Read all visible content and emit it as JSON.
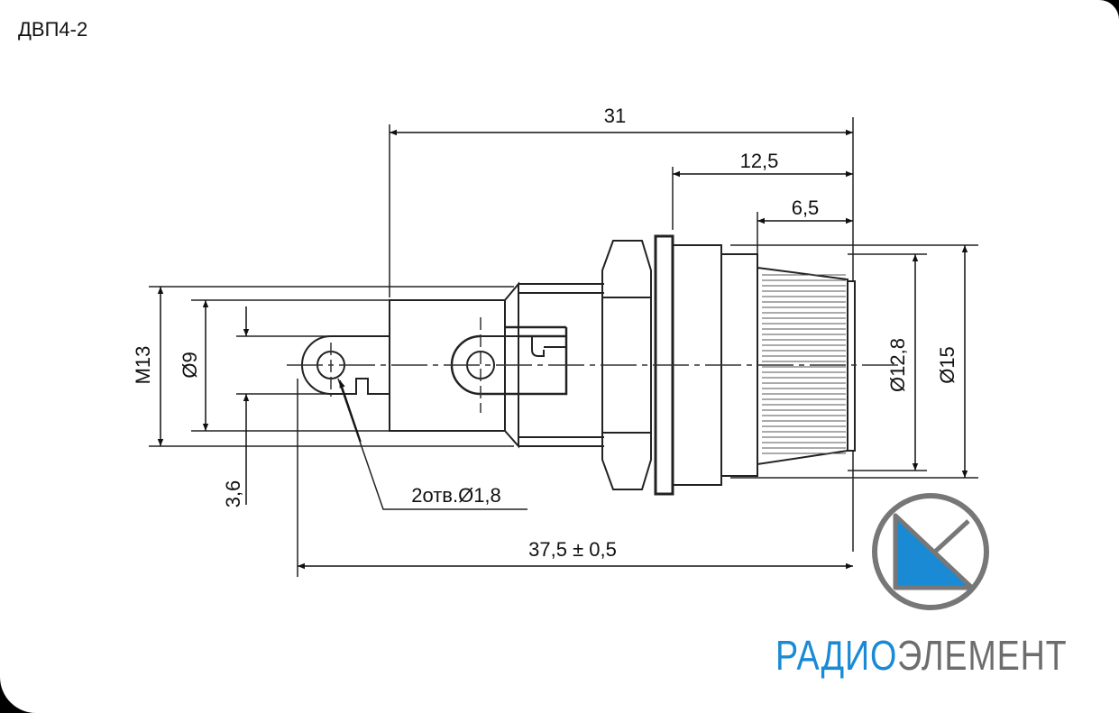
{
  "title": "ДВП4-2",
  "dimensions": {
    "overall_body": "31",
    "front_length": "12,5",
    "cap_length": "6,5",
    "cap_diameter": "Ø12,8",
    "flange_diameter": "Ø15",
    "thread": "M13",
    "body_diameter": "Ø9",
    "terminal_offset": "3,6",
    "holes": "2отв.Ø1,8",
    "total_length": "37,5 ± 0,5"
  },
  "brand": {
    "part1": "РАДИО",
    "part2": "ЭЛЕМЕНТ",
    "blue": "#1a8ad4",
    "gray": "#6d6d6d"
  }
}
